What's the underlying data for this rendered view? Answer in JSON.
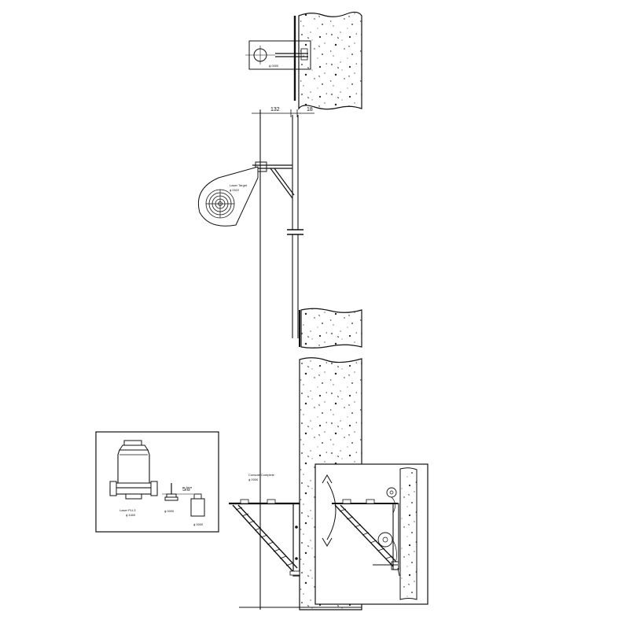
{
  "dimensions": {
    "left": "132",
    "right": "18"
  },
  "labels": {
    "wall_clamp_part": "ϕ 0000",
    "laser_target_name": "Laser Target",
    "laser_target_part": "ϕ 0022",
    "console_name": "Console Complete",
    "console_part": "ϕ 0000",
    "inset_laser_name": "Laser PLL3",
    "inset_laser_part": "ϕ 4400",
    "inset_screw_part": "ϕ 0000",
    "inset_tripod_part": "ϕ 0000",
    "inset_thread": "5/8\""
  },
  "colors": {
    "line": "#111111",
    "concrete_fill": "#ffffff",
    "speckle": "#222222"
  }
}
